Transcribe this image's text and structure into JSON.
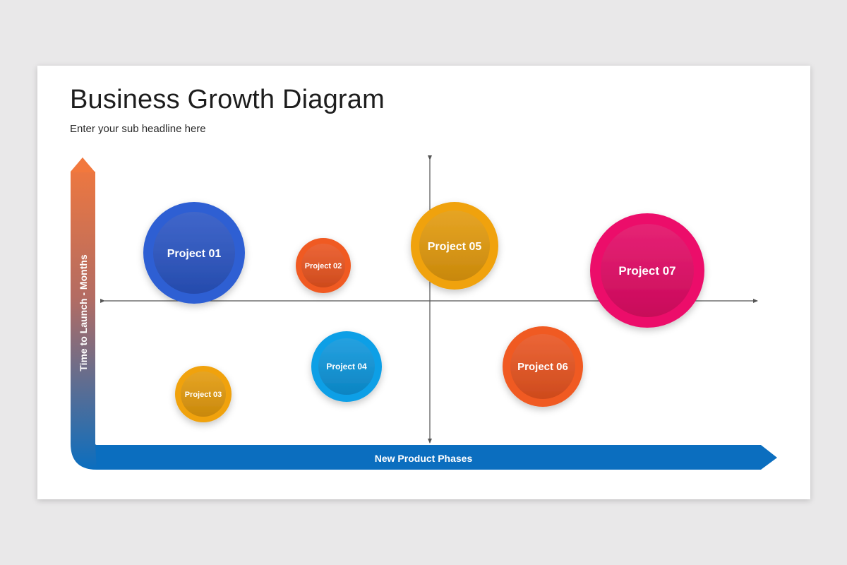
{
  "title": "Business Growth Diagram",
  "subtitle": "Enter your sub headline here",
  "axes": {
    "vertical_label": "Time to Launch - Months",
    "horizontal_label": "New Product Phases"
  },
  "colors": {
    "blue_dark": "#2f5fd3",
    "orange": "#f05a22",
    "amber": "#f0a20b",
    "sky": "#119fe6",
    "magenta": "#ec0c6a",
    "arrow_blue": "#0b6ebf",
    "arrow_orange": "#f2783d"
  },
  "projects": [
    {
      "label": "Project 01",
      "color": "blue_dark"
    },
    {
      "label": "Project 02",
      "color": "orange"
    },
    {
      "label": "Project 03",
      "color": "amber"
    },
    {
      "label": "Project 04",
      "color": "sky"
    },
    {
      "label": "Project 05",
      "color": "amber"
    },
    {
      "label": "Project 06",
      "color": "orange"
    },
    {
      "label": "Project 07",
      "color": "magenta"
    }
  ]
}
